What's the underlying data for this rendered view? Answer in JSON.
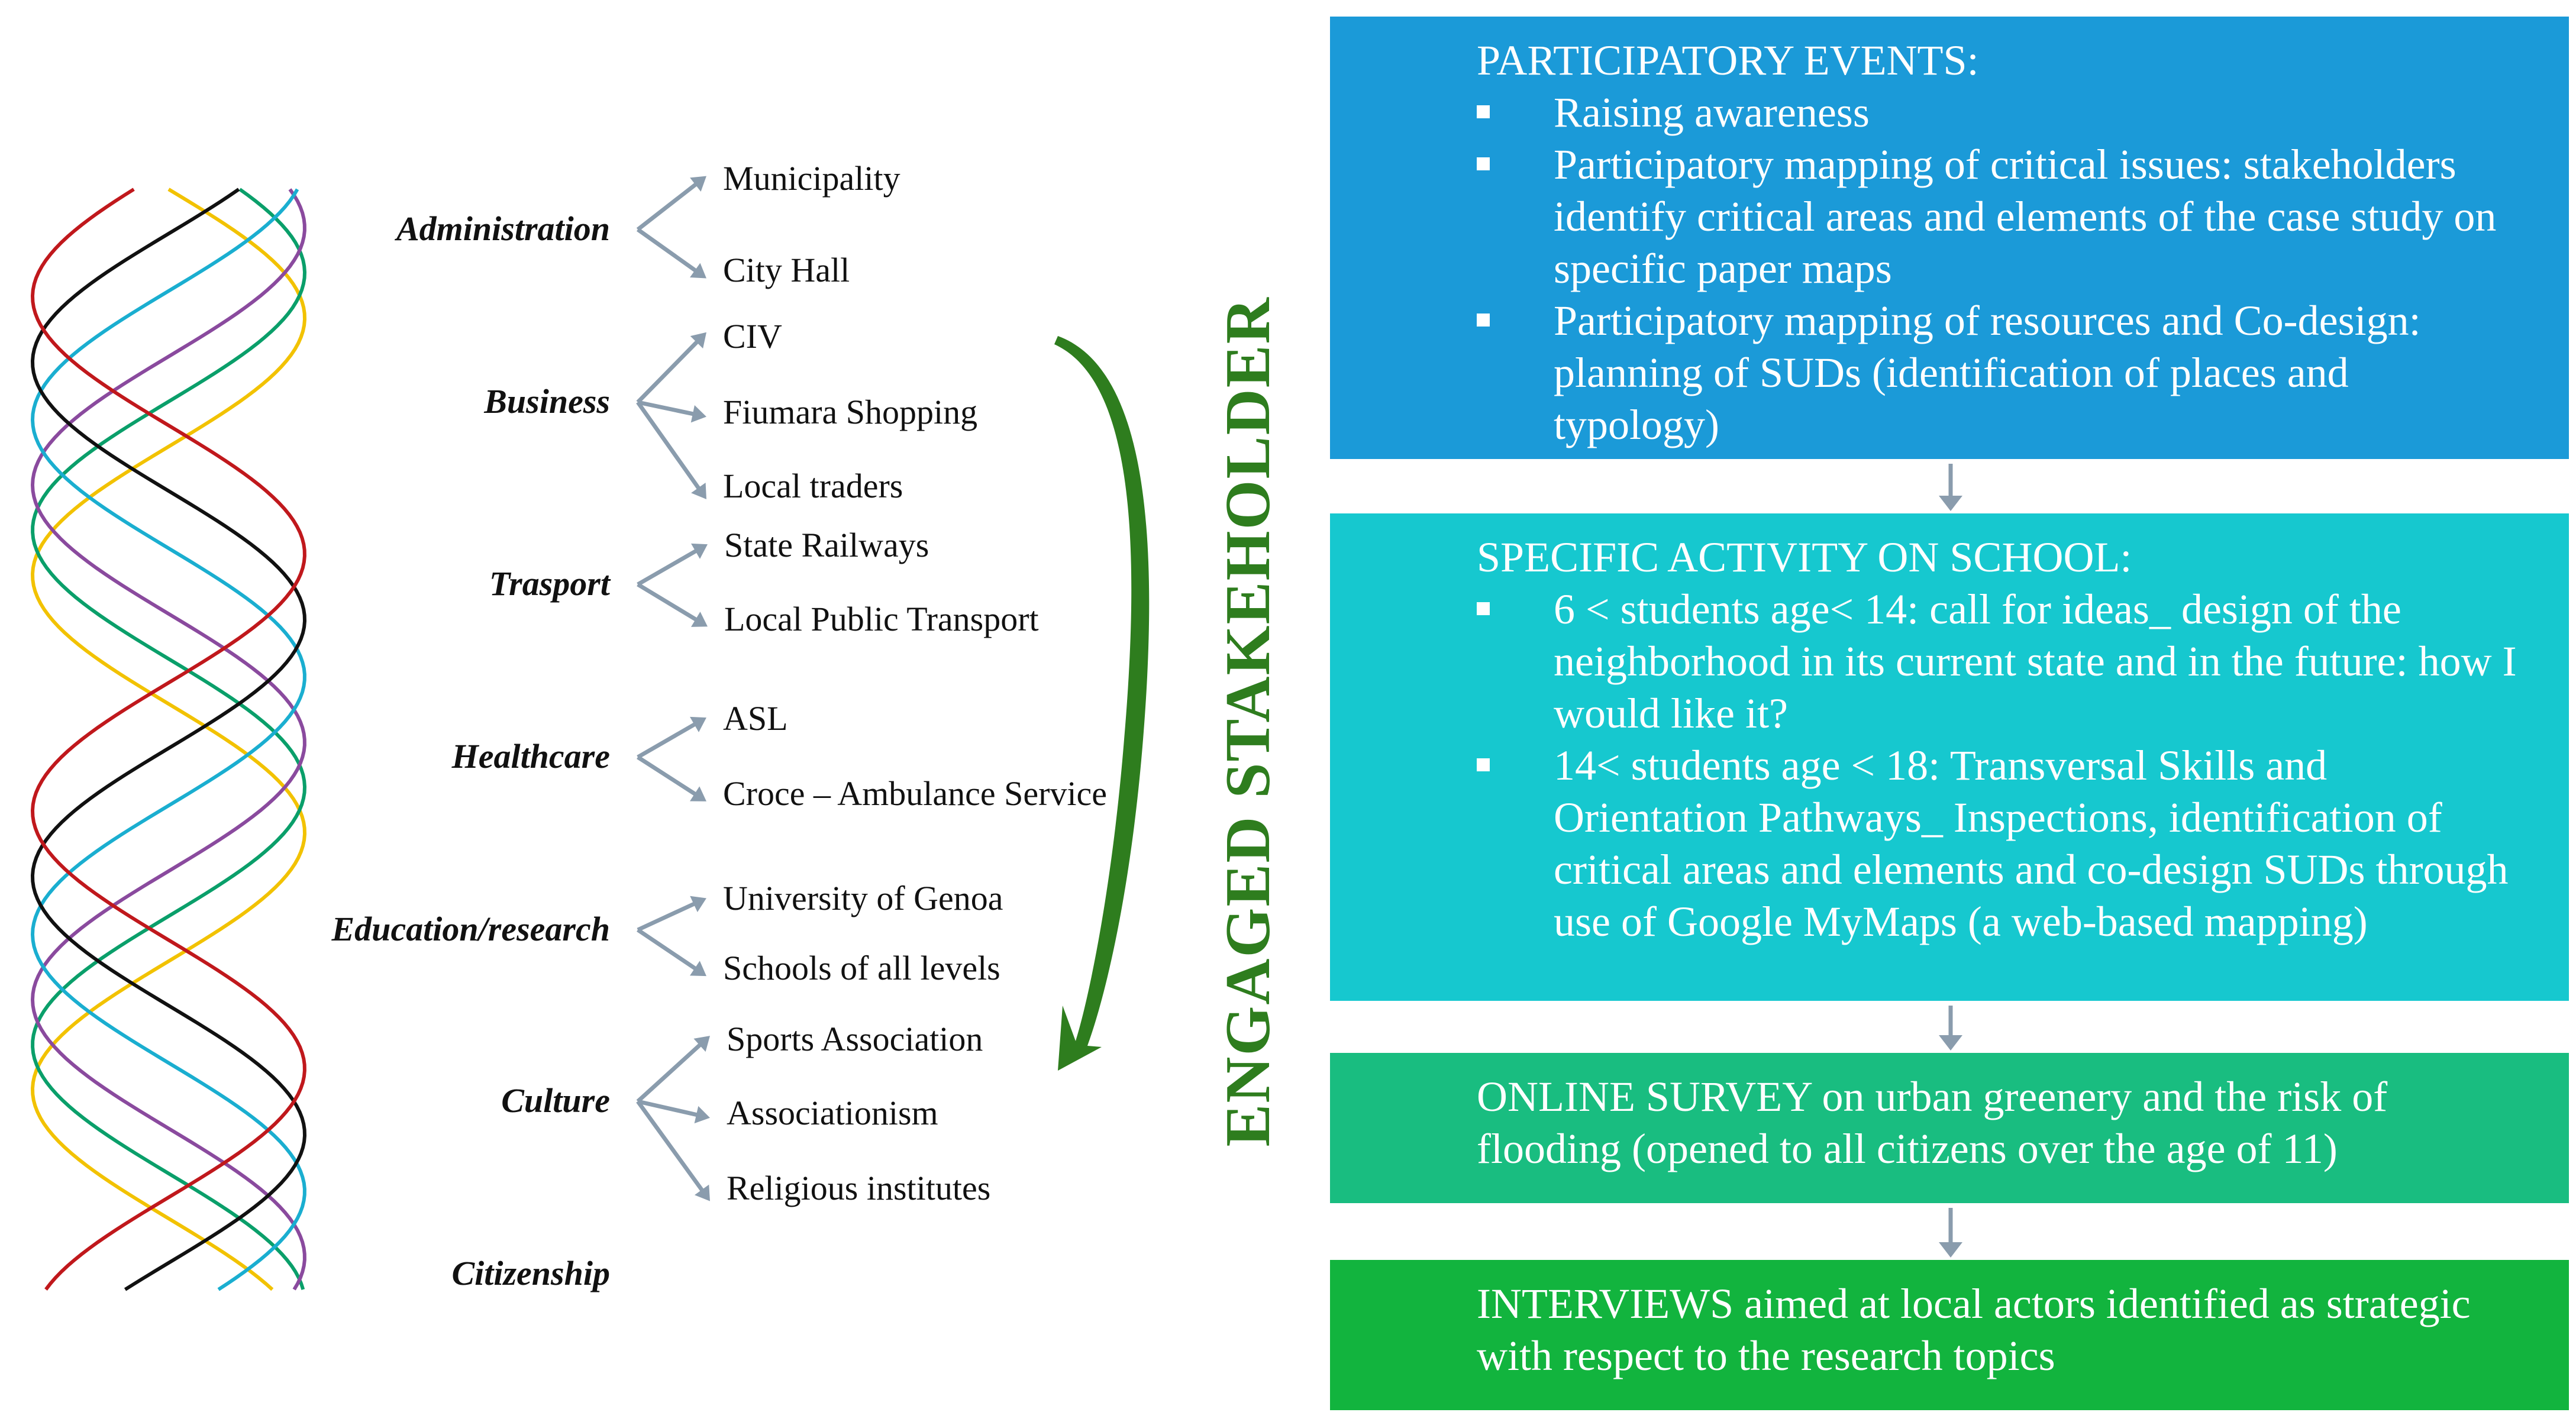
{
  "vertical_label": "ENGAGED STAKEHOLDER",
  "categories": [
    {
      "name": "Administration",
      "items": [
        "Municipality",
        "City Hall"
      ]
    },
    {
      "name": "Business",
      "items": [
        "CIV",
        "Fiumara Shopping",
        "Local traders"
      ]
    },
    {
      "name": "Trasport",
      "items": [
        "State Railways",
        "Local Public Transport"
      ]
    },
    {
      "name": "Healthcare",
      "items": [
        "ASL",
        "Croce – Ambulance Service"
      ]
    },
    {
      "name": "Education/research",
      "items": [
        "University of Genoa",
        "Schools of all levels"
      ]
    },
    {
      "name": "Culture",
      "items": [
        "Sports Association",
        "Associationism",
        "Religious institutes"
      ]
    },
    {
      "name": "Citizenship",
      "items": []
    }
  ],
  "boxes": [
    {
      "title": "PARTICIPATORY EVENTS:",
      "bullets": [
        "Raising awareness",
        "Participatory mapping of critical issues: stakeholders identify critical areas and elements of the case study on specific paper maps",
        "Participatory mapping of resources and Co-design: planning of SUDs (identification of places and typology)"
      ],
      "color": "#1b9ad8"
    },
    {
      "title": "SPECIFIC ACTIVITY ON SCHOOL:",
      "bullets": [
        "6 < students age< 14: call for ideas_ design of the neighborhood in its current state and in the future: how I would like it?",
        "14< students age < 18: Transversal Skills and Orientation Pathways_ Inspections, identification of critical areas and elements and co-design SUDs through use of Google MyMaps (a web-based mapping)"
      ],
      "color": "#16c8cf"
    },
    {
      "title": "ONLINE SURVEY on urban greenery and the risk of flooding (opened to all citizens over the age of 11)",
      "bullets": [],
      "color": "#19bd80"
    },
    {
      "title": "INTERVIEWS aimed at local actors identified as strategic with respect to the research topics",
      "bullets": [],
      "color": "#12b43e"
    }
  ],
  "colors": {
    "helix": [
      "#f2c200",
      "#0a9f6a",
      "#8a4a9e",
      "#1aaed0",
      "#111111",
      "#c0181c"
    ],
    "arrow_gray": "#8a9cad",
    "big_arrow": "#2e7d1e"
  }
}
